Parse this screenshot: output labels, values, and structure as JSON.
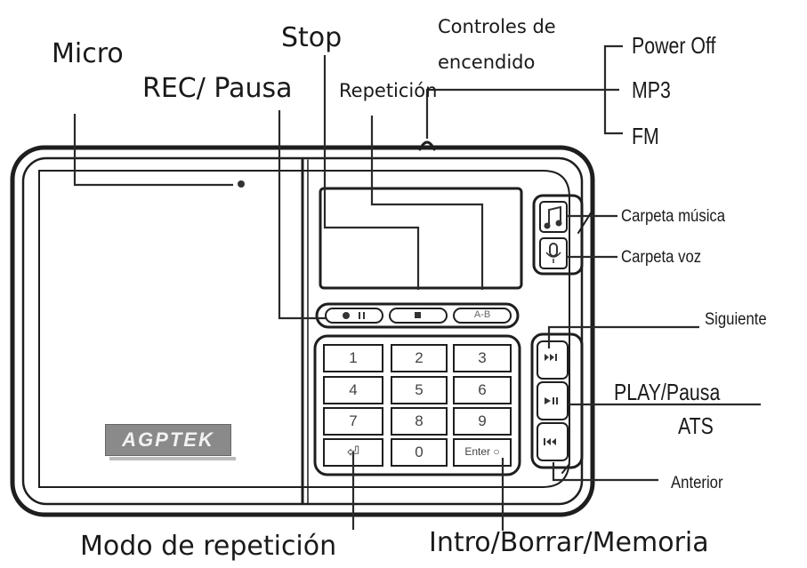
{
  "labels": {
    "micro": "Micro",
    "rec_pausa": "REC/ Pausa",
    "stop": "Stop",
    "repeticion": "Repetición",
    "controles_encendido_1": "Controles de",
    "controles_encendido_2": "encendido",
    "power_off": "Power Off",
    "mp3": "MP3",
    "fm": "FM",
    "carpeta_musica": "Carpeta música",
    "carpeta_voz": "Carpeta voz",
    "siguiente": "Siguiente",
    "play_pausa": "PLAY/Pausa",
    "ats": "ATS",
    "anterior": "Anterior",
    "modo_repeticion": "Modo de repetición",
    "intro_borrar_memoria": "Intro/Borrar/Memoria"
  },
  "device": {
    "brand": "AGPTEK",
    "transport_buttons": [
      "● II",
      "■",
      "A-B"
    ],
    "keypad": [
      "1",
      "2",
      "3",
      "4",
      "5",
      "6",
      "7",
      "8",
      "9",
      "⏎",
      "0",
      "Enter ○"
    ],
    "side_top_icons": [
      "music-note-icon",
      "microphone-icon"
    ],
    "side_nav_icons": [
      "next-track-icon",
      "play-pause-icon",
      "previous-track-icon"
    ]
  }
}
